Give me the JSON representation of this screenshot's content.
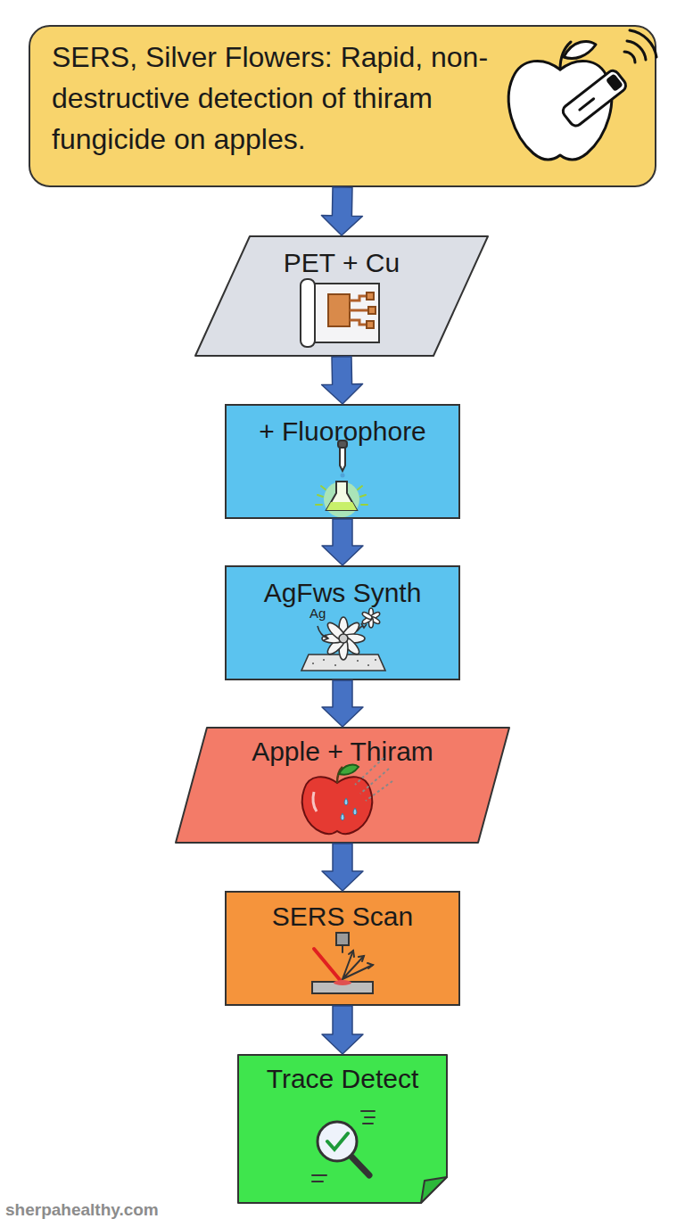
{
  "diagram": {
    "nodes": [
      {
        "text": [
          "SERS, Silver Flowers: Rapid, non-destructive detection of thiram fungicide on apples."
        ]
      },
      {
        "text": [
          "PET + Cu"
        ]
      },
      {
        "text": [
          "+ Fluorophore"
        ]
      },
      {
        "text": [
          "AgFws Synth"
        ]
      },
      {
        "text": [
          "Apple + Thiram"
        ]
      },
      {
        "text": [
          "SERS Scan"
        ]
      },
      {
        "text": [
          "Trace Detect"
        ]
      }
    ],
    "edges": [
      {
        "from": 0,
        "to": 1,
        "arrow": "to"
      },
      {
        "from": 1,
        "to": 2,
        "arrow": "to"
      },
      {
        "from": 2,
        "to": 3,
        "arrow": "to"
      },
      {
        "from": 3,
        "to": 4,
        "arrow": "to"
      },
      {
        "from": 4,
        "to": 5,
        "arrow": "to"
      },
      {
        "from": 5,
        "to": 6,
        "arrow": "to"
      }
    ],
    "labels": [
      "Ag",
      "sherpahealthy.com"
    ]
  }
}
